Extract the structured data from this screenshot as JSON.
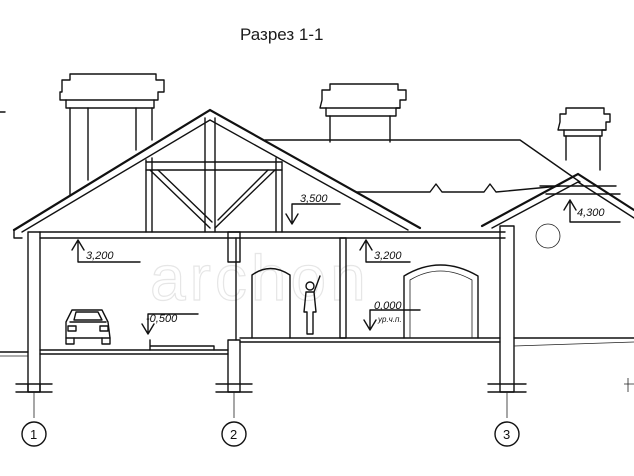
{
  "title": "Разрез 1-1",
  "watermark": "archon",
  "levels": {
    "left_ceiling": "3,200",
    "ridge": "3,500",
    "mid_ceiling": "3,200",
    "right_ceiling": "4,300",
    "pit": "-0,500",
    "zero": "0,000",
    "zero_note": "ур.ч.п."
  },
  "axes": [
    "1",
    "2",
    "3"
  ]
}
